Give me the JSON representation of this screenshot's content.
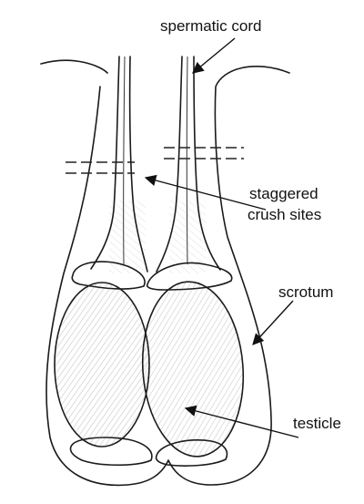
{
  "labels": {
    "spermatic_cord": "spermatic cord",
    "staggered_line1": "staggered",
    "staggered_line2": "crush sites",
    "scrotum": "scrotum",
    "testicle": "testicle"
  },
  "colors": {
    "ink": "#1a1a1a",
    "shade": "#6b6b6b",
    "background": "#ffffff"
  }
}
